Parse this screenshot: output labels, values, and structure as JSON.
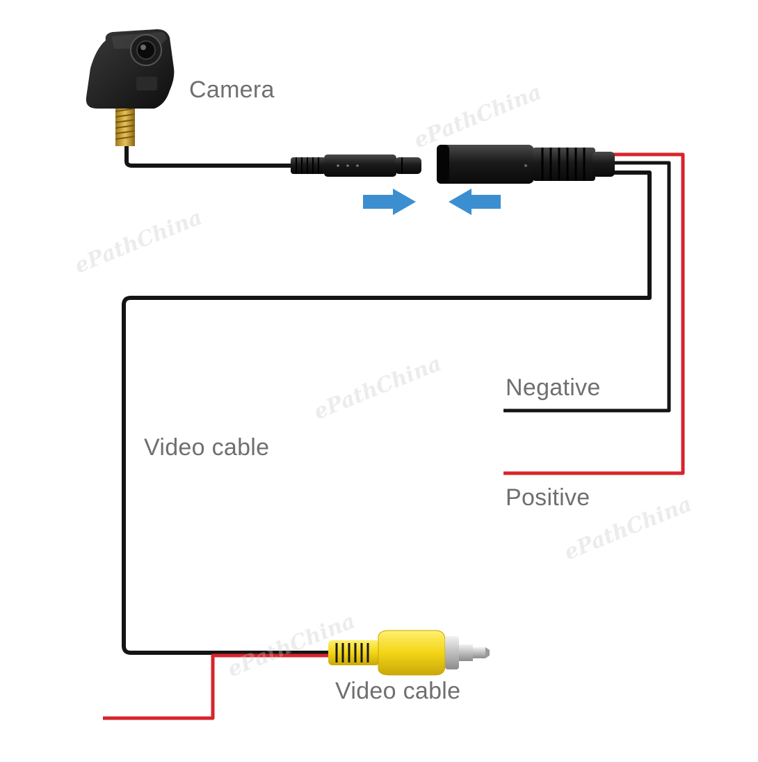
{
  "labels": {
    "camera": "Camera",
    "negative": "Negative",
    "positive": "Positive",
    "video_cable_left": "Video cable",
    "video_cable_bottom": "Video cable"
  },
  "watermark": "ePathChina",
  "colors": {
    "wire_black": "#141414",
    "wire_red": "#d8242c",
    "arrow_blue": "#3b8fd1",
    "rca_yellow": "#f5d916",
    "label_gray": "#6f6f6f"
  },
  "icons": {
    "camera": "camera-icon",
    "connector_male": "male-connector-icon",
    "connector_female": "female-connector-icon",
    "rca_plug": "rca-plug-icon",
    "arrow_right": "arrow-right-icon",
    "arrow_left": "arrow-left-icon"
  }
}
